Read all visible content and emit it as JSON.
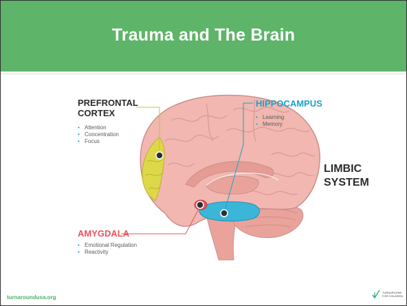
{
  "slide": {
    "title": "Trauma and The Brain"
  },
  "regions": {
    "prefrontal": {
      "heading_line1": "PREFRONTAL",
      "heading_line2": "CORTEX",
      "functions": [
        "Attention",
        "Concentration",
        "Focus"
      ],
      "color": "#dcd84a"
    },
    "hippocampus": {
      "heading": "HIPPOCAMPUS",
      "functions": [
        "Learning",
        "Memory"
      ],
      "color": "#1aa2c6"
    },
    "amygdala": {
      "heading": "AMYGDALA",
      "functions": [
        "Emotional Regulation",
        "Reactivity"
      ],
      "color": "#e8525a"
    }
  },
  "system_label": {
    "line1": "LIMBIC",
    "line2": "SYSTEM"
  },
  "footer": {
    "url": "turnaroundusa.org",
    "logo_line1": "TURNAROUND",
    "logo_line2": "FOR CHILDREN"
  },
  "colors": {
    "title_band": "#5eb468",
    "brain": "#f1b7b0",
    "brain_outline": "#c98f8b"
  }
}
